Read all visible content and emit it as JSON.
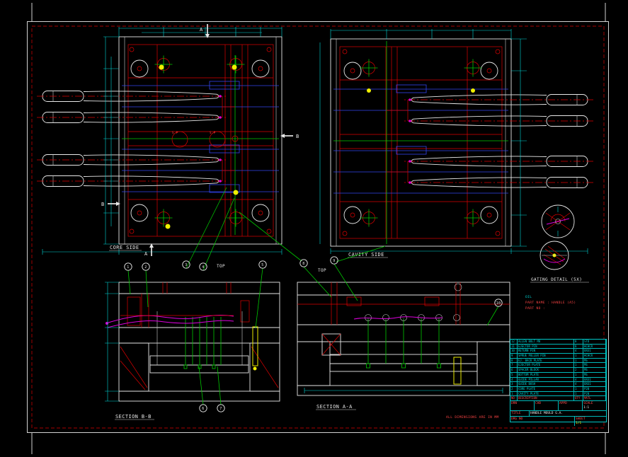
{
  "canvas": {
    "background": "#000000"
  },
  "palette": {
    "sheet_border": "#e8e8e8",
    "margin_border": "#dd0000",
    "white": "#e8e8e8",
    "red": "#dd0000",
    "cyan": "#00d8d8",
    "green": "#00c800",
    "blue": "#3344ee",
    "magenta": "#dd00dd",
    "yellow": "#f0f000"
  },
  "views": {
    "core_side": {
      "label": "CORE SIDE",
      "sp_label": "S.P"
    },
    "cavity_side": {
      "label": "CAVITY SIDE"
    },
    "section_bb": {
      "label": "SECTION B-B",
      "top_label": "TOP"
    },
    "section_aa": {
      "label": "SECTION A-A",
      "top_label": "TOP"
    },
    "gating_detail": {
      "label": "GATING DETAIL (5X)"
    }
  },
  "section_markers": {
    "a": "A",
    "b": "B"
  },
  "balloons": {
    "bb_top": [
      "1",
      "2",
      "3",
      "4"
    ],
    "bb_right": "5",
    "bb_bottom": [
      "6",
      "7"
    ],
    "aa_top": [
      "8",
      "9"
    ],
    "aa_right": "10"
  },
  "notes": {
    "oil": "OIL",
    "part_name": "PART NAME : HANDLE (A5)",
    "part_no": "PART NO :",
    "dims_note": "ALL DIMENSIONS ARE IN MM"
  },
  "title_block": {
    "header": {
      "no": "NO",
      "description": "DESCRIPTION",
      "qty": "QTY",
      "matl": "MATL"
    },
    "parts": [
      {
        "no": "12",
        "description": "ALLEN BOLT M8",
        "qty": "8",
        "matl": "STD"
      },
      {
        "no": "11",
        "description": "EJECTOR PIN",
        "qty": "8",
        "matl": "HCHCR"
      },
      {
        "no": "10",
        "description": "RETURN PIN",
        "qty": "4",
        "matl": "EN31"
      },
      {
        "no": "9",
        "description": "SPRUE PULLER PIN",
        "qty": "1",
        "matl": "HCHCR"
      },
      {
        "no": "8",
        "description": "EJ. BACK PLATE",
        "qty": "1",
        "matl": "MS"
      },
      {
        "no": "7",
        "description": "EJECTOR PLATE",
        "qty": "1",
        "matl": "MS"
      },
      {
        "no": "6",
        "description": "SPACER BLOCK",
        "qty": "2",
        "matl": "MS"
      },
      {
        "no": "5",
        "description": "BOTTOM PLATE",
        "qty": "1",
        "matl": "MS"
      },
      {
        "no": "4",
        "description": "GUIDE PILLAR",
        "qty": "4",
        "matl": "EN31"
      },
      {
        "no": "3",
        "description": "GUIDE BUSH",
        "qty": "4",
        "matl": "EN31"
      },
      {
        "no": "2",
        "description": "CORE PLATE",
        "qty": "1",
        "matl": "P20"
      },
      {
        "no": "1",
        "description": "CAVITY PLATE",
        "qty": "1",
        "matl": "P20"
      }
    ],
    "drn_label": "DRN",
    "chd_label": "CHD",
    "appd_label": "APPD",
    "scale_label": "SCALE",
    "scale_value": "1:1",
    "title_label": "TITLE",
    "title_value": "HANDLE MOULD G.A.",
    "drg_label": "DRG NO",
    "drg_value": "",
    "sheet_label": "SHEET",
    "sheet_value": "1/1"
  }
}
